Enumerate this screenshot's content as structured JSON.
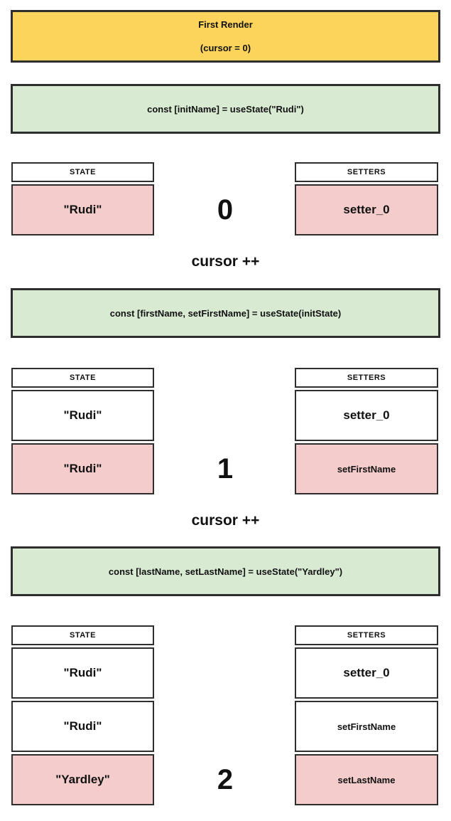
{
  "banner": {
    "title": "First Render",
    "subtitle": "(cursor = 0)"
  },
  "cursor_increment_label": "cursor ++",
  "colors": {
    "banner_bg": "#FCD35B",
    "code_bg": "#D9EAD3",
    "highlight_bg": "#F4CCCC",
    "border": "#2E2E2E"
  },
  "steps": [
    {
      "code": "const [initName] = useState(\"Rudi\")",
      "cursor_value": "0",
      "state_header": "STATE",
      "setters_header": "SETTERS",
      "state_rows": [
        {
          "label": "\"Rudi\"",
          "highlight": true
        }
      ],
      "setter_rows": [
        {
          "label": "setter_0",
          "highlight": true
        }
      ]
    },
    {
      "code": "const [firstName, setFirstName] = useState(initState)",
      "cursor_value": "1",
      "state_header": "STATE",
      "setters_header": "SETTERS",
      "state_rows": [
        {
          "label": "\"Rudi\"",
          "highlight": false
        },
        {
          "label": "\"Rudi\"",
          "highlight": true
        }
      ],
      "setter_rows": [
        {
          "label": "setter_0",
          "highlight": false
        },
        {
          "label": "setFirstName",
          "highlight": true
        }
      ]
    },
    {
      "code": "const [lastName, setLastName] = useState(\"Yardley\")",
      "cursor_value": "2",
      "state_header": "STATE",
      "setters_header": "SETTERS",
      "state_rows": [
        {
          "label": "\"Rudi\"",
          "highlight": false
        },
        {
          "label": "\"Rudi\"",
          "highlight": false
        },
        {
          "label": "\"Yardley\"",
          "highlight": true
        }
      ],
      "setter_rows": [
        {
          "label": "setter_0",
          "highlight": false
        },
        {
          "label": "setFirstName",
          "highlight": false
        },
        {
          "label": "setLastName",
          "highlight": true
        }
      ]
    }
  ]
}
